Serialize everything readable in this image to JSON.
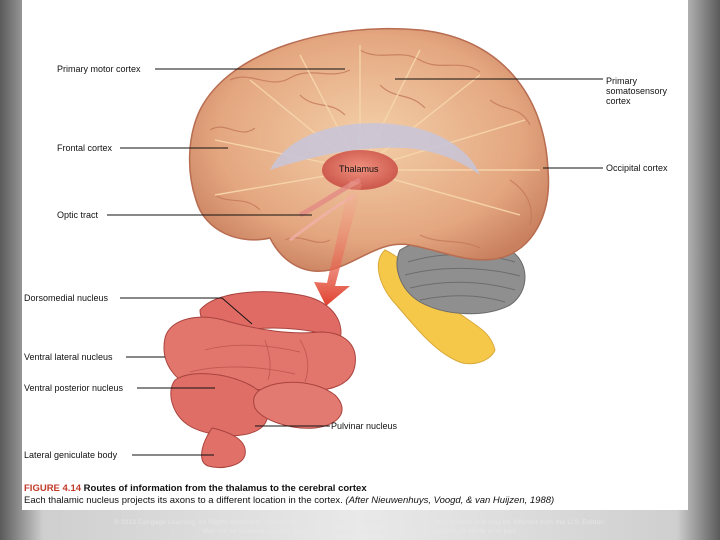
{
  "labels": {
    "primary_motor_cortex": "Primary motor cortex",
    "primary_somatosensory_cortex": [
      "Primary",
      "somatosensory",
      "cortex"
    ],
    "frontal_cortex": "Frontal cortex",
    "occipital_cortex": "Occipital cortex",
    "thalamus": "Thalamus",
    "optic_tract": "Optic tract",
    "dorsomedial_nucleus": "Dorsomedial nucleus",
    "ventral_lateral_nucleus": "Ventral lateral nucleus",
    "ventral_posterior_nucleus": "Ventral posterior nucleus",
    "pulvinar_nucleus": "Pulvinar nucleus",
    "lateral_geniculate_body": "Lateral geniculate body"
  },
  "caption": {
    "figure": "FIGURE 4.14",
    "title": "Routes of information from the thalamus to the cerebral cortex",
    "text": "Each thalamic nucleus projects its axons to a different location in the cortex.",
    "credit": "(After Nieuwenhuys, Voogd, & van Huijzen, 1988)"
  },
  "copyright": [
    "© 2013 Cengage Learning. All Rights Reserved. This edition is intended for use outside of the U.S. only, with content that may be different from the U.S. Edition.",
    "May not be scanned, copied, duplicated, or posted to a publicly accessible website, in whole or in part."
  ],
  "colors": {
    "cortex": "#e9b48e",
    "cortex_dark": "#c97a5c",
    "fibers": "#f2cfa0",
    "thalamus_red": "#d9534a",
    "cerebellum": "#8f8f8f",
    "brainstem": "#f6c84a",
    "arrow": "#e0402e",
    "figure_label": "#c23a2a"
  }
}
